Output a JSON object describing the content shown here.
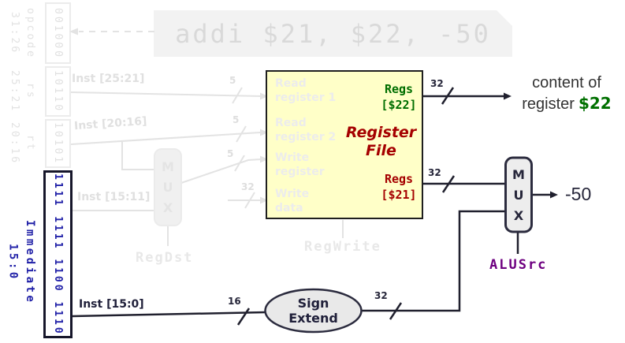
{
  "banner": {
    "instruction": "addi $21, $22, -50"
  },
  "instruction_fields": [
    {
      "name": "opcode",
      "bits": "31:26",
      "value": "001000"
    },
    {
      "name": "rs",
      "bits": "25:21",
      "value": "10110"
    },
    {
      "name": "rt",
      "bits": "20:16",
      "value": "10101"
    },
    {
      "name": "Immediate",
      "bits": "15:0",
      "value": "1111 1111 1100 1110"
    }
  ],
  "wire_labels": {
    "inst_25_21": "Inst [25:21]",
    "inst_20_16": "Inst [20:16]",
    "inst_15_11": "Inst [15:11]",
    "inst_15_0": "Inst [15:0]",
    "w5": "5",
    "w16": "16",
    "w32": "32"
  },
  "register_file": {
    "title": "Register\nFile",
    "read_register_1": "Read\nregister 1",
    "read_register_2": "Read\nregister 2",
    "write_register": "Write\nregister",
    "write_data": "Write\ndata",
    "read_data_1": "Regs\n[$22]",
    "read_data_2": "Regs\n[$21]"
  },
  "sign_extend": "Sign\nExtend",
  "mux_letters": [
    "M",
    "U",
    "X"
  ],
  "control_signals": {
    "regdst": "RegDst",
    "regwrite": "RegWrite",
    "alusrc": "ALUSrc"
  },
  "outputs": {
    "read_data_1_caption_line1": "content of",
    "read_data_1_caption_line2": "register",
    "read_data_1_register": "$22",
    "alusrc_mux_value": "-50"
  },
  "colors": {
    "register_file_fill": "#ffffc8",
    "reg22_green": "#006e00",
    "reg21_red": "#a50000",
    "immediate_blue": "#2222a8",
    "alusrc_purple": "#6e0080",
    "faded_gray": "#e3e3e3",
    "wire_dark": "#20202e"
  }
}
